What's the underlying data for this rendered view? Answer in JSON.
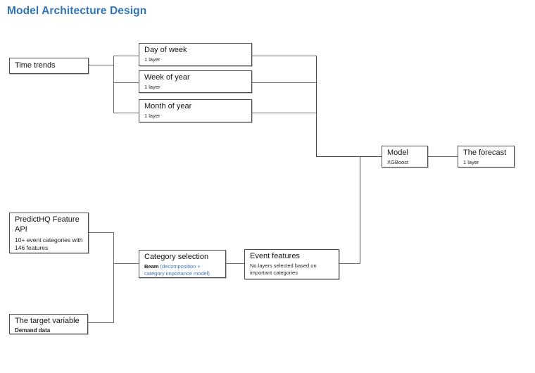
{
  "title": "Model Architecture Design",
  "colors": {
    "title_blue": "#2E75B6",
    "accent_blue": "#4472C4",
    "box_border": "#4d4d4d",
    "connector": "#6b6b6b"
  },
  "nodes": {
    "time_trends": {
      "label": "Time trends"
    },
    "day_of_week": {
      "label": "Day of week",
      "sub": "1 layer"
    },
    "week_of_year": {
      "label": "Week of year",
      "sub": "1 layer"
    },
    "month_of_year": {
      "label": "Month of year",
      "sub": "1 layer"
    },
    "model": {
      "label": "Model",
      "sub": "XGBoost"
    },
    "forecast": {
      "label": "The forecast",
      "sub": "1 layer"
    },
    "predicthq": {
      "label": "PredictHQ Feature API",
      "sub": "10+ event categories with 146 features"
    },
    "target_variable": {
      "label": "The target variable",
      "sub": "Demand data"
    },
    "category_selection": {
      "label": "Category selection",
      "sub_bold": "Beam",
      "sub_rest": " (decomposition + category importance model)"
    },
    "event_features": {
      "label": "Event features",
      "sub": "No.layers selected based on important categories"
    }
  },
  "connections": [
    "time_trends -> day_of_week",
    "time_trends -> week_of_year",
    "time_trends -> month_of_year",
    "day_of_week -> model",
    "week_of_year -> model",
    "month_of_year -> model",
    "predicthq -> category_selection",
    "target_variable -> category_selection",
    "category_selection -> event_features",
    "event_features -> model",
    "model -> forecast"
  ]
}
